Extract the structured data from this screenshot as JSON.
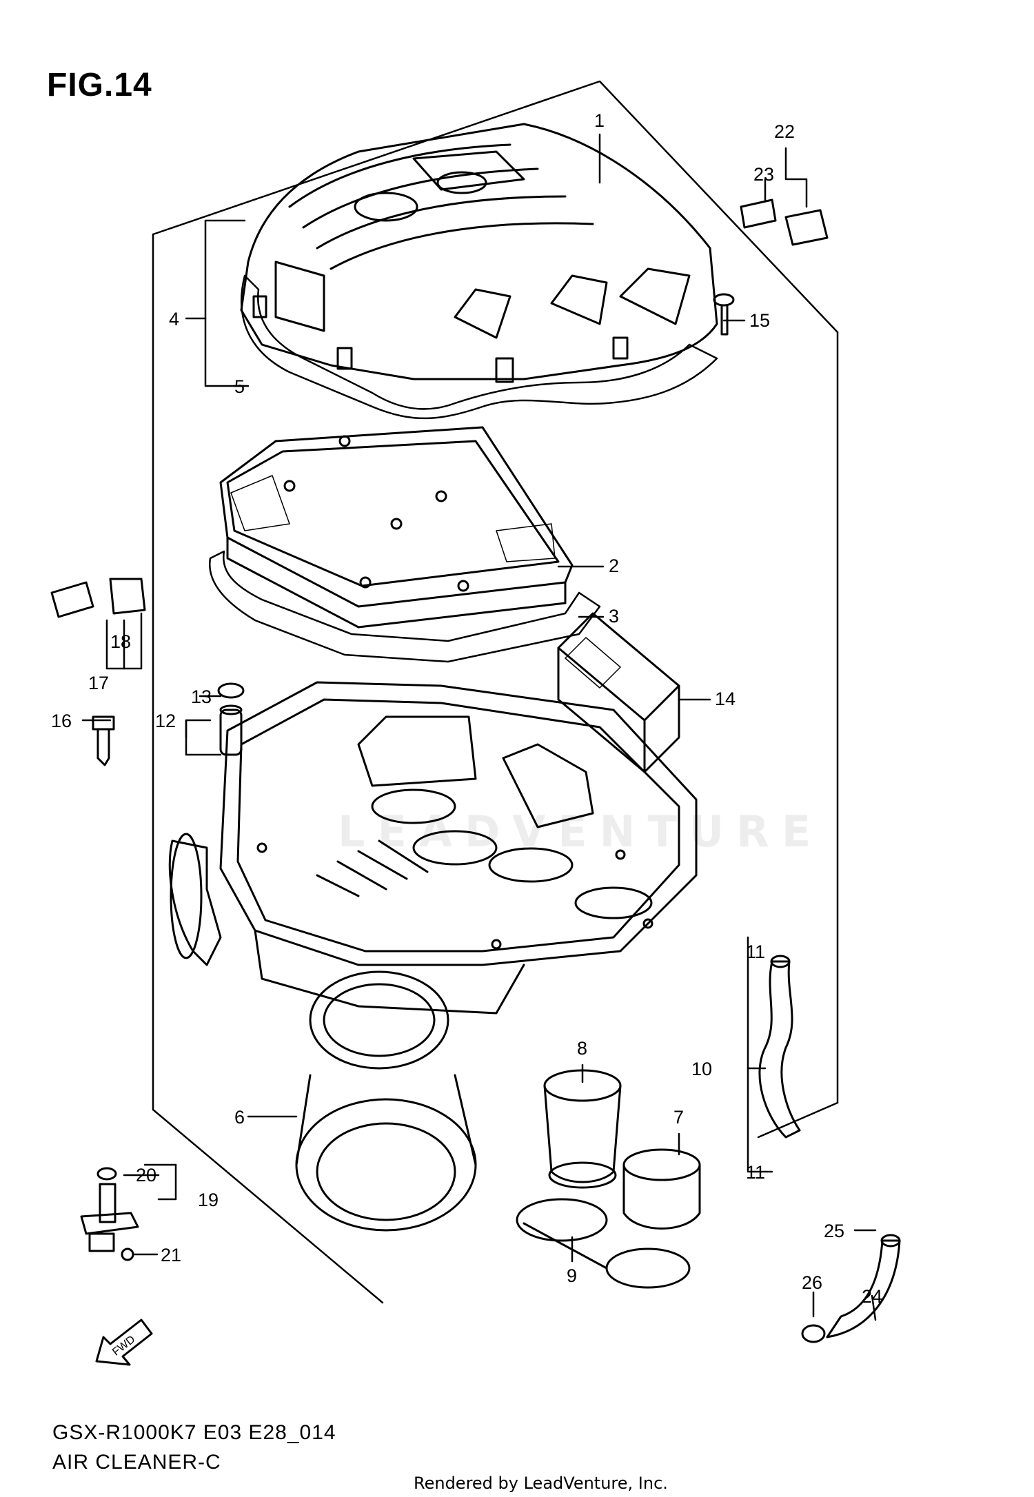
{
  "figure": {
    "title": "FIG.14",
    "model_code": "GSX-R1000K7 E03 E28_014",
    "section_name": "AIR CLEANER-C",
    "footer": "Rendered by LeadVenture, Inc.",
    "watermark": "LEADVENTURE"
  },
  "callouts": [
    {
      "id": "c1",
      "label": "1"
    },
    {
      "id": "c2",
      "label": "2"
    },
    {
      "id": "c3",
      "label": "3"
    },
    {
      "id": "c4",
      "label": "4"
    },
    {
      "id": "c5",
      "label": "5"
    },
    {
      "id": "c6",
      "label": "6"
    },
    {
      "id": "c7",
      "label": "7"
    },
    {
      "id": "c8",
      "label": "8"
    },
    {
      "id": "c9",
      "label": "9"
    },
    {
      "id": "c10",
      "label": "10"
    },
    {
      "id": "c11a",
      "label": "11"
    },
    {
      "id": "c11b",
      "label": "11"
    },
    {
      "id": "c12",
      "label": "12"
    },
    {
      "id": "c13",
      "label": "13"
    },
    {
      "id": "c14",
      "label": "14"
    },
    {
      "id": "c15",
      "label": "15"
    },
    {
      "id": "c16",
      "label": "16"
    },
    {
      "id": "c17",
      "label": "17"
    },
    {
      "id": "c18",
      "label": "18"
    },
    {
      "id": "c19",
      "label": "19"
    },
    {
      "id": "c20",
      "label": "20"
    },
    {
      "id": "c21",
      "label": "21"
    },
    {
      "id": "c22",
      "label": "22"
    },
    {
      "id": "c23",
      "label": "23"
    },
    {
      "id": "c24",
      "label": "24"
    },
    {
      "id": "c25",
      "label": "25"
    },
    {
      "id": "c26",
      "label": "26"
    }
  ],
  "direction_arrow_label": "FWD",
  "colors": {
    "ink": "#000000",
    "background": "#ffffff"
  }
}
